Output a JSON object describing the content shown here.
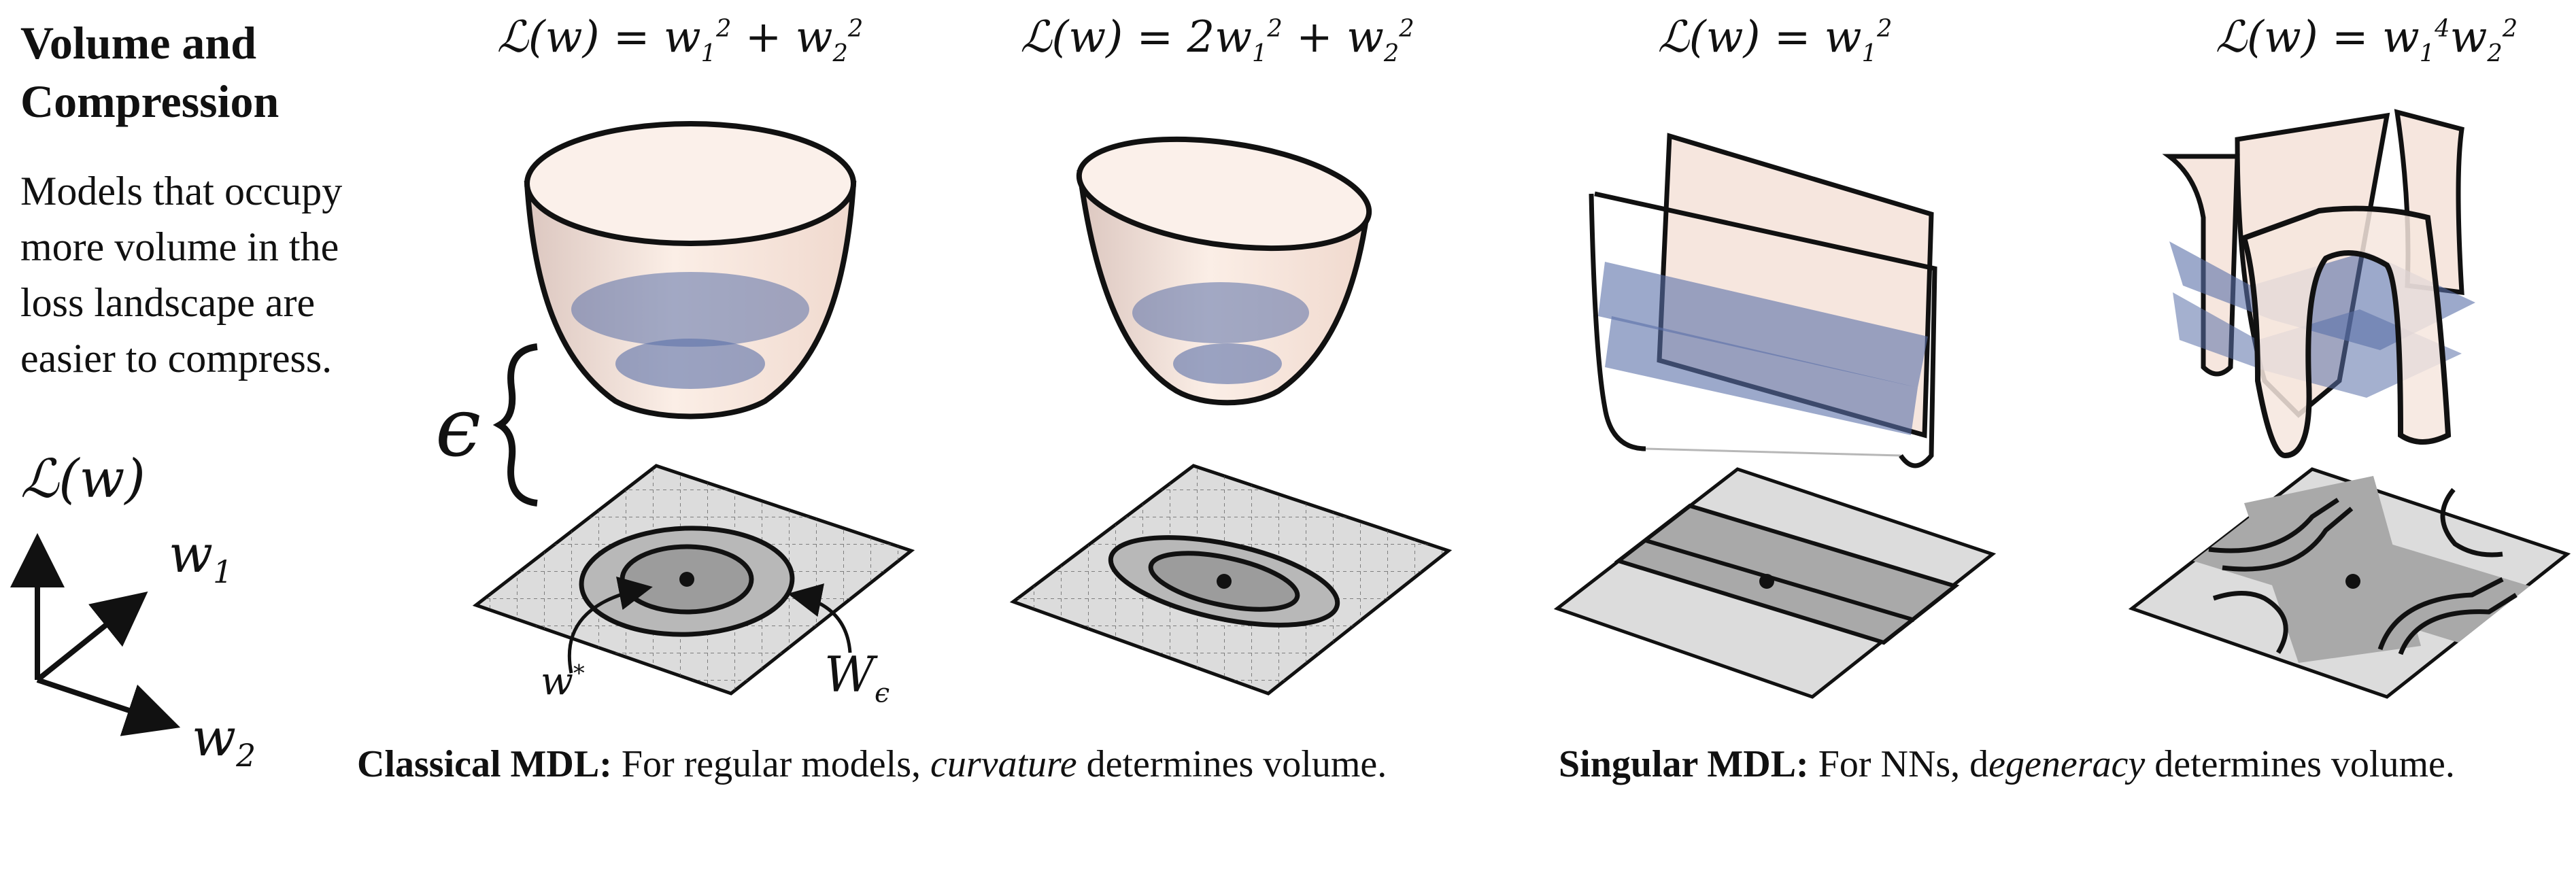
{
  "sidebar": {
    "heading_line1": "Volume and",
    "heading_line2": "Compression",
    "description_lines": [
      "Models that occupy",
      "more volume in the",
      "loss landscape are",
      "easier to compress."
    ]
  },
  "axes": {
    "loss_symbol": "ℒ(w)",
    "w1": "w",
    "w1_sub": "1",
    "w2": "w",
    "w2_sub": "2"
  },
  "epsilon": "ϵ",
  "panels": [
    {
      "title_prefix": "ℒ(w) = w",
      "title_rest": "+ w",
      "title_html_hint": "L(w) = w1^2 + w2^2"
    },
    {
      "title_prefix": "ℒ(w) = 2w",
      "title_rest": "+ w",
      "title_html_hint": "L(w) = 2w1^2 + w2^2"
    },
    {
      "title_prefix": "ℒ(w) = w",
      "title_html_hint": "L(w) = w1^2"
    },
    {
      "title_prefix": "ℒ(w) = w",
      "title_html_hint": "L(w) = w1^4 w2^2"
    }
  ],
  "labels": {
    "w_star": "w",
    "w_star_sup": "*",
    "w_eps": "W",
    "w_eps_sub": "ϵ"
  },
  "captions": {
    "left_bold": "Classical MDL:",
    "left_pre": " For regular models, ",
    "left_italic": "curvature",
    "left_post": " determines volume.",
    "right_bold": "Singular MDL:",
    "right_pre": " For NNs, d",
    "right_italic": "egeneracy",
    "right_post": " determines volume."
  },
  "colors": {
    "surface_fill": "#f6e6de",
    "surface_edge": "#111111",
    "level_set_blue": "#5a6fa8",
    "plane_gray": "#dcdcdc",
    "region_gray": "#a9a9a9"
  }
}
